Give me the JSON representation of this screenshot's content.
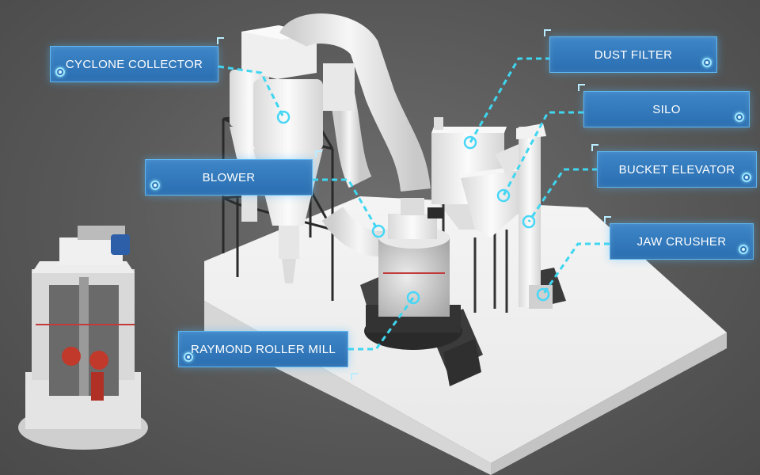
{
  "colors": {
    "background": "#585858",
    "callout_fill": "#2f74b5",
    "callout_border": "#5fb6f0",
    "leader_line": "#3fd6f0",
    "equipment": "#f2f2f2",
    "platform": "#fafafa"
  },
  "callouts": {
    "cyclone_collector": "CYCLONE COLLECTOR",
    "dust_filter": "DUST FILTER",
    "silo": "SILO",
    "blower": "BLOWER",
    "bucket_elevator": "BUCKET ELEVATOR",
    "jaw_crusher": "JAW CRUSHER",
    "raymond_roller_mill": "RAYMOND ROLLER MILL"
  }
}
